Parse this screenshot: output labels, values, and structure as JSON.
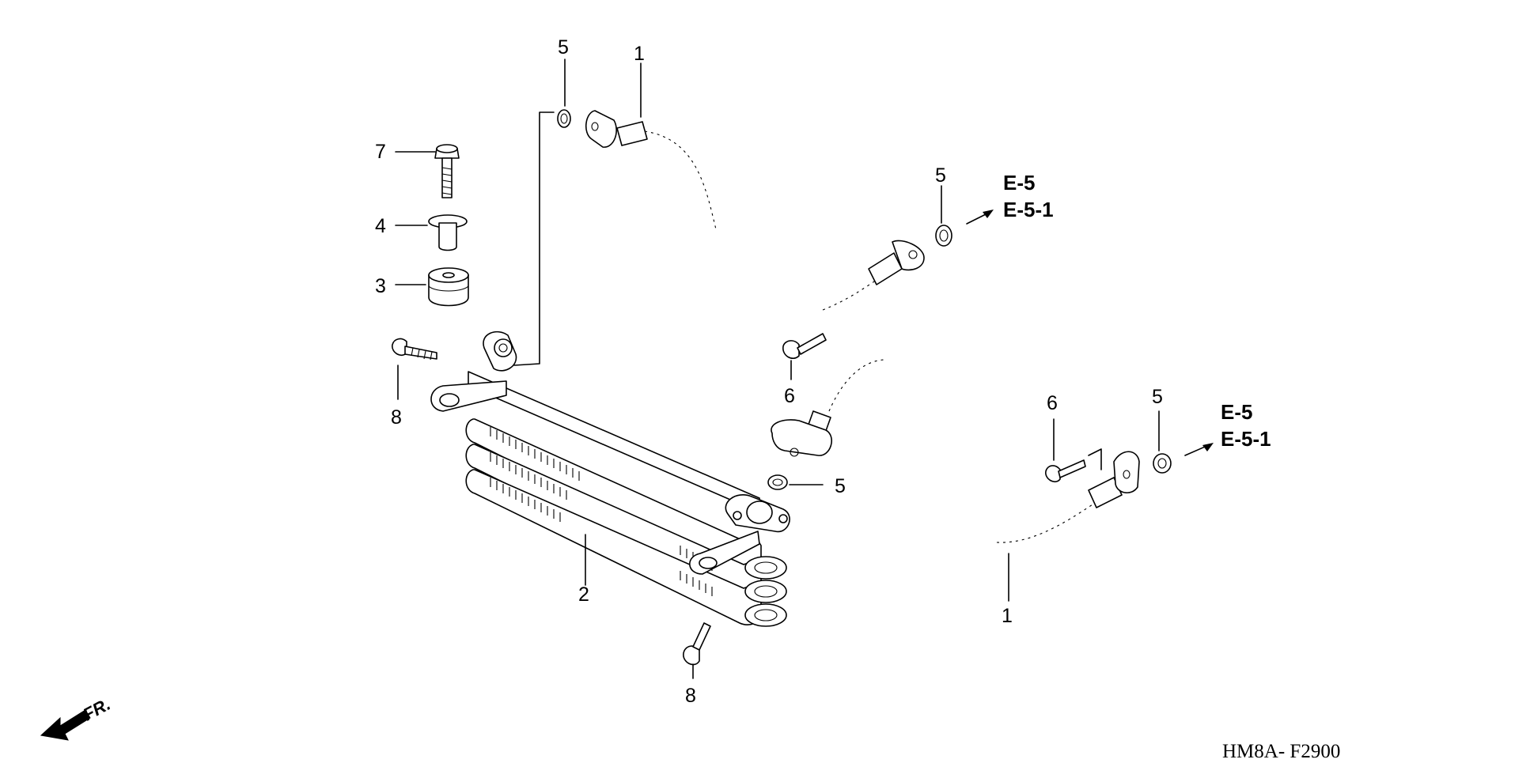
{
  "callouts": {
    "c1_top": "1",
    "c1_bottom": "1",
    "c2": "2",
    "c3": "3",
    "c4": "4",
    "c5_top": "5",
    "c5_right_top": "5",
    "c5_mid": "5",
    "c5_right_bottom": "5",
    "c6_mid": "6",
    "c6_right": "6",
    "c7": "7",
    "c8_left": "8",
    "c8_bottom": "8"
  },
  "references": {
    "upper": [
      "E-5",
      "E-5-1"
    ],
    "lower": [
      "E-5",
      "E-5-1"
    ]
  },
  "direction_label": "FR.",
  "figure_code": "HM8A- F2900"
}
